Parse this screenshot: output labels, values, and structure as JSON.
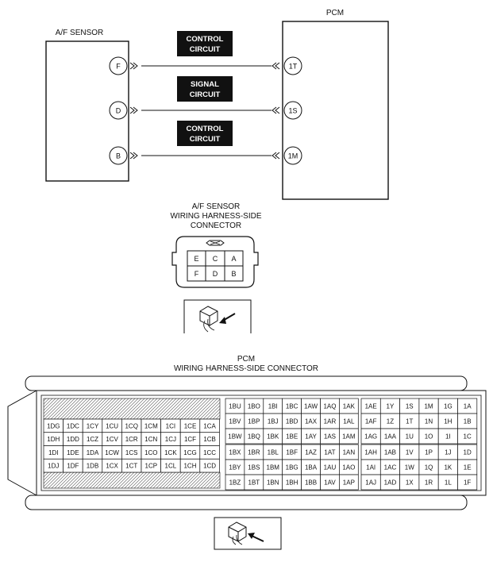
{
  "wiring": {
    "sensor_label": "A/F SENSOR",
    "pcm_label": "PCM",
    "circuits": [
      {
        "sensor_pin": "F",
        "pcm_pin": "1T",
        "label_lines": [
          "CONTROL",
          "CIRCUIT"
        ]
      },
      {
        "sensor_pin": "D",
        "pcm_pin": "1S",
        "label_lines": [
          "SIGNAL",
          "CIRCUIT"
        ]
      },
      {
        "sensor_pin": "B",
        "pcm_pin": "1M",
        "label_lines": [
          "CONTROL",
          "CIRCUIT"
        ]
      }
    ]
  },
  "af_connector": {
    "title_lines": [
      "A/F SENSOR",
      "WIRING HARNESS-SIDE",
      "CONNECTOR"
    ],
    "rows": [
      [
        "E",
        "C",
        "A"
      ],
      [
        "F",
        "D",
        "B"
      ]
    ]
  },
  "pcm_connector": {
    "title_lines": [
      "PCM",
      "WIRING HARNESS-SIDE CONNECTOR"
    ],
    "left_rows": [
      [
        "1DG",
        "1DC",
        "1CY",
        "1CU",
        "1CQ",
        "1CM",
        "1CI",
        "1CE",
        "1CA"
      ],
      [
        "1DH",
        "1DD",
        "1CZ",
        "1CV",
        "1CR",
        "1CN",
        "1CJ",
        "1CF",
        "1CB"
      ],
      [
        "1DI",
        "1DE",
        "1DA",
        "1CW",
        "1CS",
        "1CO",
        "1CK",
        "1CG",
        "1CC"
      ],
      [
        "1DJ",
        "1DF",
        "1DB",
        "1CX",
        "1CT",
        "1CP",
        "1CL",
        "1CH",
        "1CD"
      ]
    ],
    "mid_top_rows": [
      [
        "1BU",
        "1BO",
        "1BI",
        "1BC",
        "1AW",
        "1AQ",
        "1AK"
      ],
      [
        "1BV",
        "1BP",
        "1BJ",
        "1BD",
        "1AX",
        "1AR",
        "1AL"
      ],
      [
        "1BW",
        "1BQ",
        "1BK",
        "1BE",
        "1AY",
        "1AS",
        "1AM"
      ]
    ],
    "mid_bot_rows": [
      [
        "1BX",
        "1BR",
        "1BL",
        "1BF",
        "1AZ",
        "1AT",
        "1AN"
      ],
      [
        "1BY",
        "1BS",
        "1BM",
        "1BG",
        "1BA",
        "1AU",
        "1AO"
      ],
      [
        "1BZ",
        "1BT",
        "1BN",
        "1BH",
        "1BB",
        "1AV",
        "1AP"
      ]
    ],
    "right_top_rows": [
      [
        "1AE",
        "1Y",
        "1S",
        "1M",
        "1G",
        "1A"
      ],
      [
        "1AF",
        "1Z",
        "1T",
        "1N",
        "1H",
        "1B"
      ],
      [
        "1AG",
        "1AA",
        "1U",
        "1O",
        "1I",
        "1C"
      ]
    ],
    "right_bot_rows": [
      [
        "1AH",
        "1AB",
        "1V",
        "1P",
        "1J",
        "1D"
      ],
      [
        "1AI",
        "1AC",
        "1W",
        "1Q",
        "1K",
        "1E"
      ],
      [
        "1AJ",
        "1AD",
        "1X",
        "1R",
        "1L",
        "1F"
      ]
    ]
  }
}
